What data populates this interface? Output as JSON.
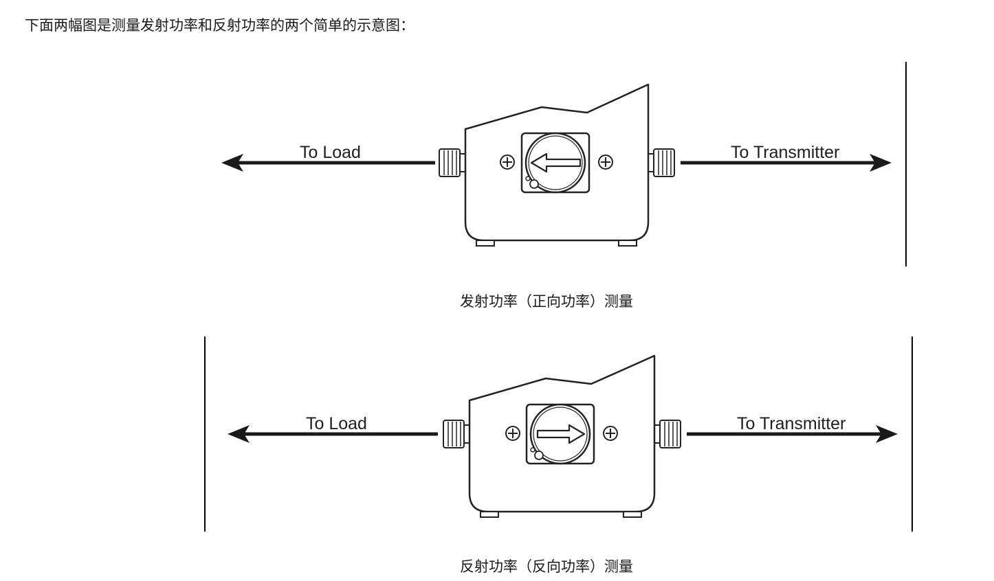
{
  "intro_text": "下面两幅图是测量发射功率和反射功率的两个简单的示意图：",
  "figures": [
    {
      "left_label": "To Load",
      "right_label": "To Transmitter",
      "caption": "发射功率（正向功率）测量",
      "meter_arrow_direction": "left"
    },
    {
      "left_label": "To Load",
      "right_label": "To Transmitter",
      "caption": "反射功率（反向功率）测量",
      "meter_arrow_direction": "right"
    }
  ]
}
